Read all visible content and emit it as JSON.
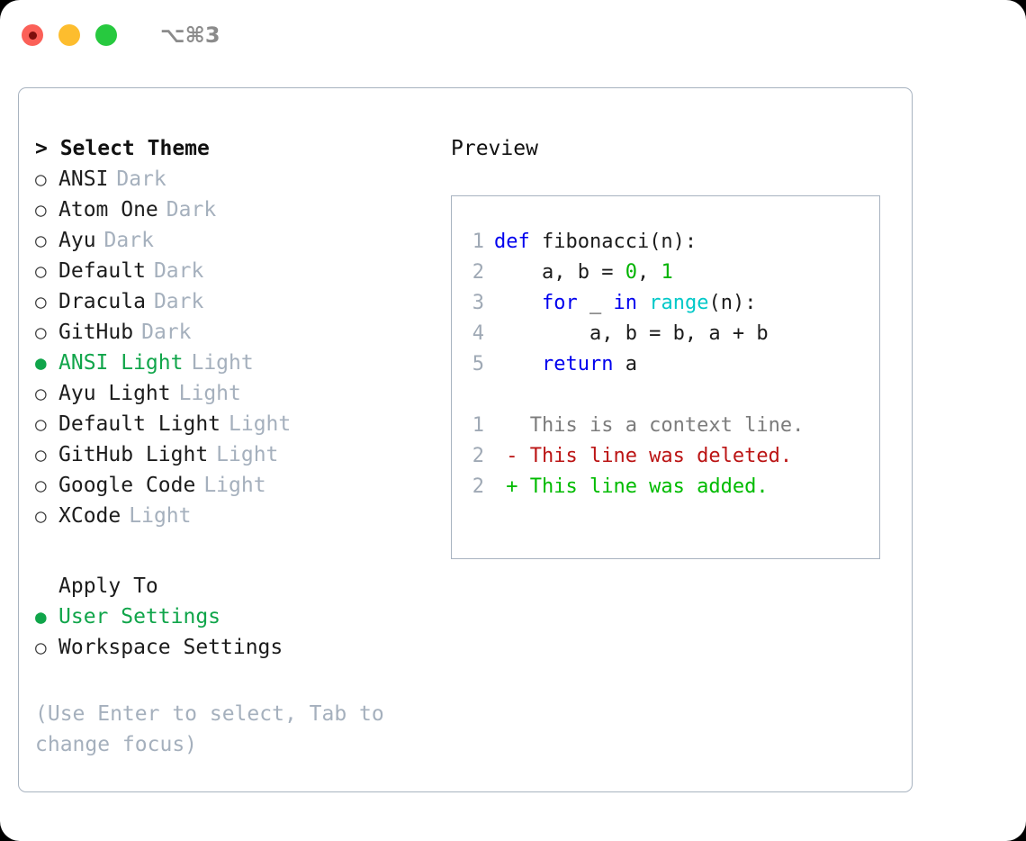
{
  "titlebar": {
    "shortcut": "⌥⌘3",
    "lights": [
      {
        "name": "close",
        "color": "#fb6058"
      },
      {
        "name": "minimize",
        "color": "#fdbd2e"
      },
      {
        "name": "maximize",
        "color": "#27c93f"
      }
    ]
  },
  "theme_picker": {
    "title": "> Select Theme",
    "options": [
      {
        "marker": "○",
        "label": "ANSI",
        "suffix": "Dark",
        "selected": false
      },
      {
        "marker": "○",
        "label": "Atom One",
        "suffix": "Dark",
        "selected": false
      },
      {
        "marker": "○",
        "label": "Ayu",
        "suffix": "Dark",
        "selected": false
      },
      {
        "marker": "○",
        "label": "Default",
        "suffix": "Dark",
        "selected": false
      },
      {
        "marker": "○",
        "label": "Dracula",
        "suffix": "Dark",
        "selected": false
      },
      {
        "marker": "○",
        "label": "GitHub",
        "suffix": "Dark",
        "selected": false
      },
      {
        "marker": "●",
        "label": "ANSI Light",
        "suffix": "Light",
        "selected": true
      },
      {
        "marker": "○",
        "label": "Ayu Light",
        "suffix": "Light",
        "selected": false
      },
      {
        "marker": "○",
        "label": "Default Light",
        "suffix": "Light",
        "selected": false
      },
      {
        "marker": "○",
        "label": "GitHub Light",
        "suffix": "Light",
        "selected": false
      },
      {
        "marker": "○",
        "label": "Google Code",
        "suffix": "Light",
        "selected": false
      },
      {
        "marker": "○",
        "label": "XCode",
        "suffix": "Light",
        "selected": false
      }
    ]
  },
  "apply_to": {
    "title": "Apply To",
    "options": [
      {
        "marker": "●",
        "label": "User Settings",
        "selected": true
      },
      {
        "marker": "○",
        "label": "Workspace Settings",
        "selected": false
      }
    ]
  },
  "hint": "(Use Enter to select, Tab to change focus)",
  "preview": {
    "title": "Preview",
    "code_lines": [
      {
        "num": "1",
        "tokens": [
          {
            "text": "def ",
            "style": "kw"
          },
          {
            "text": "fibonacci(n):",
            "style": "txt"
          }
        ]
      },
      {
        "num": "2",
        "tokens": [
          {
            "text": "    a, b = ",
            "style": "txt"
          },
          {
            "text": "0",
            "style": "num"
          },
          {
            "text": ", ",
            "style": "txt"
          },
          {
            "text": "1",
            "style": "num"
          }
        ]
      },
      {
        "num": "3",
        "tokens": [
          {
            "text": "    ",
            "style": "txt"
          },
          {
            "text": "for",
            "style": "kw"
          },
          {
            "text": " _ ",
            "style": "txt"
          },
          {
            "text": "in",
            "style": "kw"
          },
          {
            "text": " ",
            "style": "txt"
          },
          {
            "text": "range",
            "style": "fn"
          },
          {
            "text": "(n):",
            "style": "txt"
          }
        ]
      },
      {
        "num": "4",
        "tokens": [
          {
            "text": "        a, b = b, a + b",
            "style": "txt"
          }
        ]
      },
      {
        "num": "5",
        "tokens": [
          {
            "text": "    ",
            "style": "txt"
          },
          {
            "text": "return",
            "style": "kw"
          },
          {
            "text": " a",
            "style": "txt"
          }
        ]
      }
    ],
    "diff_lines": [
      {
        "num": "1",
        "tokens": [
          {
            "text": "   This is a context line.",
            "style": "ctx"
          }
        ]
      },
      {
        "num": "2",
        "tokens": [
          {
            "text": " - This line was deleted.",
            "style": "del"
          }
        ]
      },
      {
        "num": "2",
        "tokens": [
          {
            "text": " + This line was added.",
            "style": "add"
          }
        ]
      }
    ]
  },
  "colors": {
    "accent_green": "#10a54a",
    "muted": "#a5b0bd",
    "border": "#a8b3c0",
    "keyword_blue": "#0000ee",
    "function_cyan": "#00c8c8",
    "number_green": "#00b300",
    "diff_delete_red": "#bb1414",
    "diff_add_green": "#00bb00"
  }
}
